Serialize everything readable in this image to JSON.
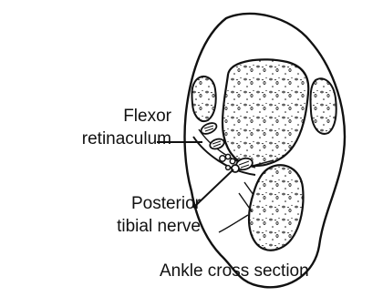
{
  "labels": {
    "flexor_line1": "Flexor",
    "flexor_line2": "retinaculum",
    "nerve_line1": "Posterior",
    "nerve_line2": "tibial nerve"
  },
  "caption": "Ankle cross section",
  "colors": {
    "ink": "#111111",
    "background": "#ffffff"
  }
}
